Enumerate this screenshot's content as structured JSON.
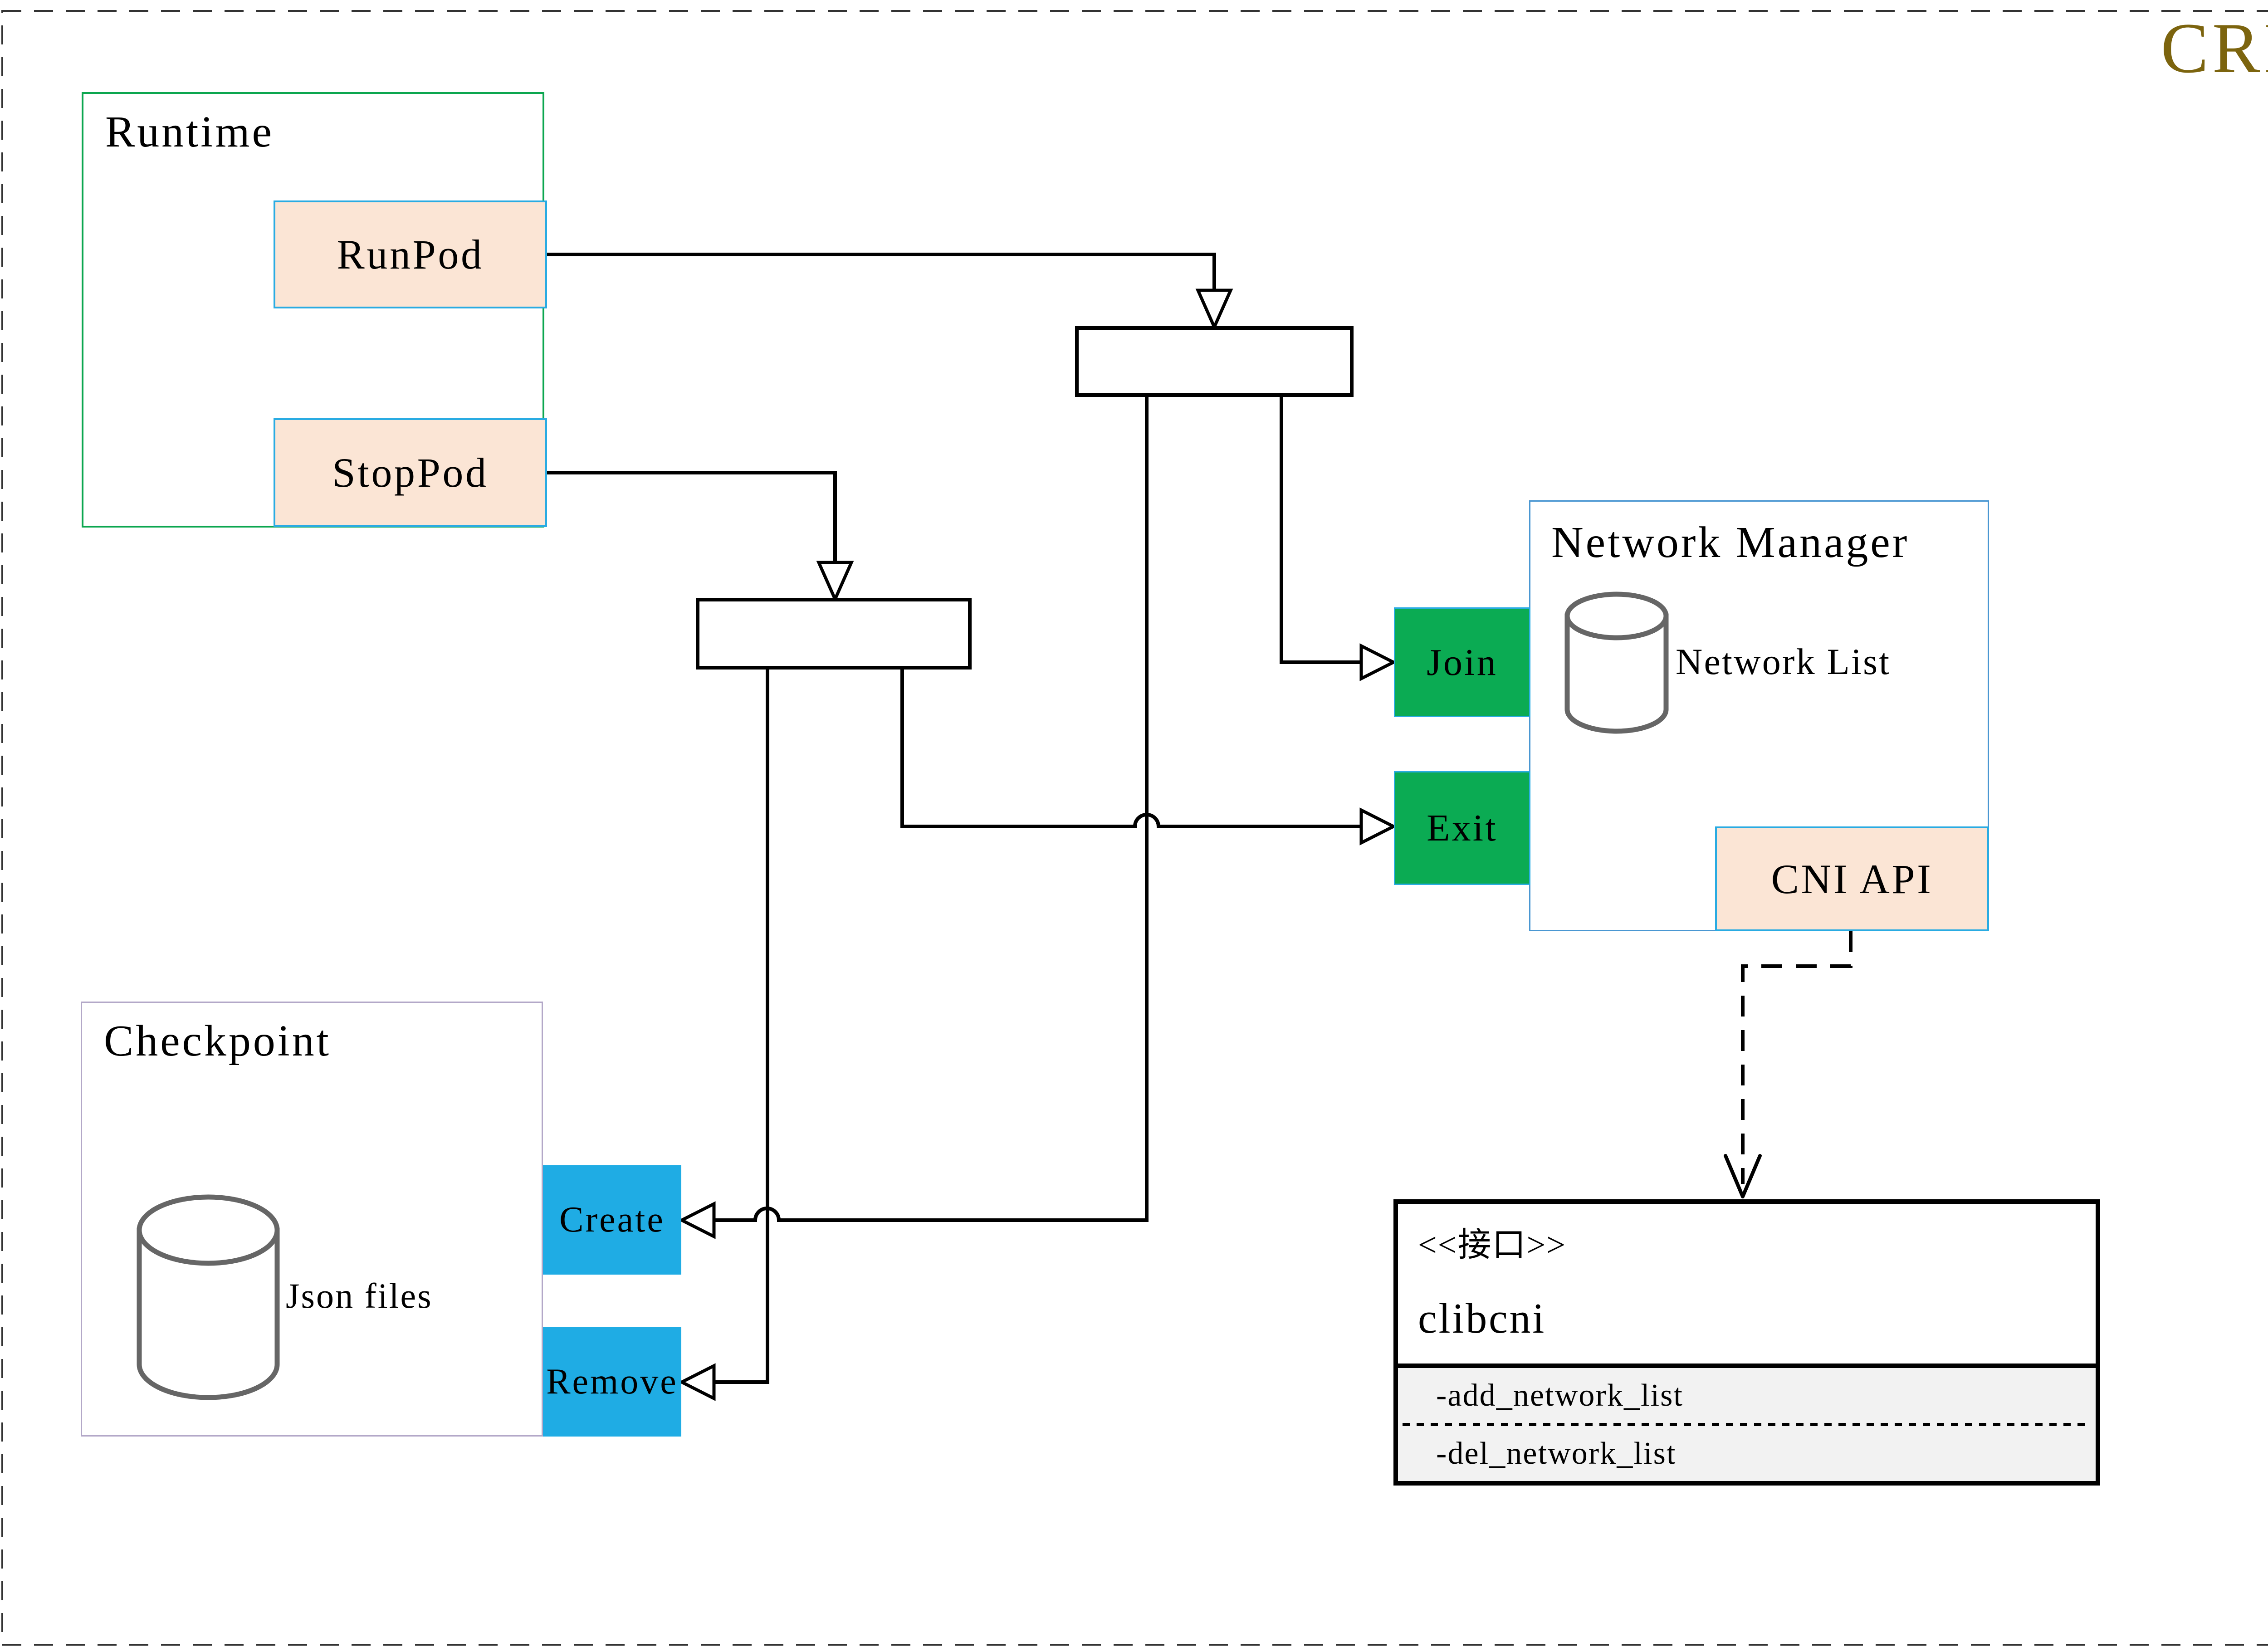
{
  "title": {
    "text": "CRI"
  },
  "runtime": {
    "label": "Runtime",
    "run_button": "RunPod",
    "stop_button": "StopPod"
  },
  "network_manager": {
    "label": "Network Manager",
    "join_button": "Join",
    "exit_button": "Exit",
    "datastore_label": "Network List",
    "api_button": "CNI API"
  },
  "checkpoint": {
    "label": "Checkpoint",
    "datastore_label": "Json files",
    "create_button": "Create",
    "remove_button": "Remove"
  },
  "interface": {
    "stereotype": "<<接口>>",
    "name": "clibcni",
    "methods": [
      "-add_network_list",
      "-del_network_list"
    ]
  },
  "colors": {
    "title_color": "#7c640e",
    "frame_color": "#333333",
    "wire_color": "#000000",
    "cylinder_color": "#666666",
    "runtime_border": "#0ca64f",
    "nm_border": "#4a97d2",
    "checkpoint_border": "#b3a8c8",
    "peach_fill": "#fbe5d5",
    "peach_border": "#29abe2",
    "green_fill": "#0bab53",
    "cyan_fill": "#1face4",
    "uml_attr_bg": "#f2f2f2"
  }
}
